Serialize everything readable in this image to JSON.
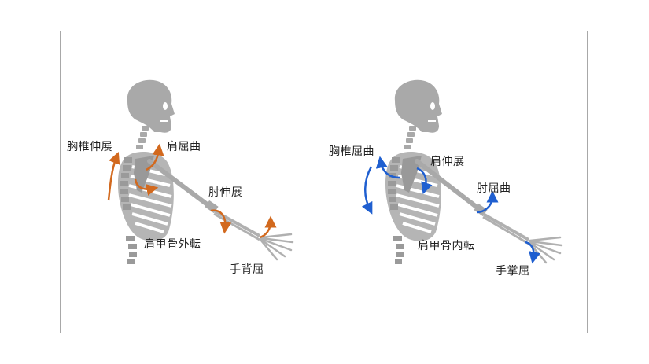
{
  "colors": {
    "bone": "#a9a9a9",
    "bone_dark": "#9a9a9a",
    "rib_gap": "#ffffff",
    "left_arrows": "#d2691e",
    "right_arrows": "#1f5fd0",
    "frame_top": "#5fae5a",
    "frame_side": "#a8a8a8"
  },
  "left_figure": {
    "name": "extension-pattern",
    "labels": {
      "thoracic": "胸椎伸展",
      "shoulder": "肩屈曲",
      "elbow": "肘伸展",
      "scapula": "肩甲骨外転",
      "wrist": "手背屈"
    }
  },
  "right_figure": {
    "name": "flexion-pattern",
    "labels": {
      "thoracic": "胸椎屈曲",
      "shoulder": "肩伸展",
      "elbow": "肘屈曲",
      "scapula": "肩甲骨内転",
      "wrist": "手掌屈"
    }
  }
}
